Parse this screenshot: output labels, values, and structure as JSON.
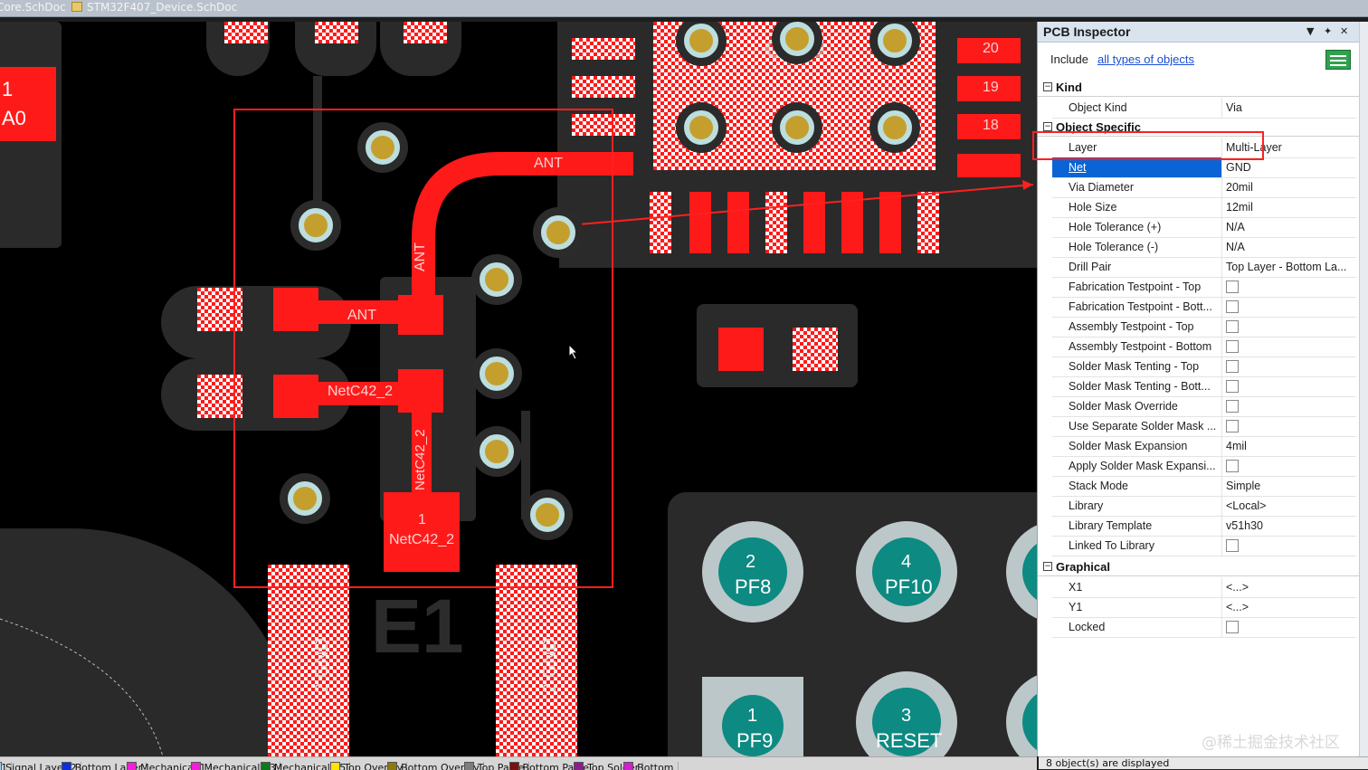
{
  "tabs": [
    {
      "label": "Core.SchDoc"
    },
    {
      "label": "STM32F407_Device.SchDoc"
    }
  ],
  "pcb": {
    "pad_labels": {
      "partial_1": "1",
      "partial_a0": "A0",
      "pin20": "20",
      "pin19": "19",
      "pin18": "18",
      "gnd_top": "GND",
      "gnd_left": "2 GND",
      "gnd_right": "2 GND",
      "pf8_num": "2",
      "pf8_name": "PF8",
      "pf10_num": "4",
      "pf10_name": "PF10",
      "pf9_num": "1",
      "pf9_name": "PF9",
      "reset_num": "3",
      "reset_name": "RESET",
      "comp_num": "1",
      "comp_name": "NetC42_2"
    },
    "net_labels": {
      "ant_trace": "ANT",
      "ant_pad": "ANT",
      "ant_vertical": "ANT",
      "netc42_pad": "NetC42_2",
      "netc42_vertical": "NetC42_2"
    },
    "silkscreen": "E1"
  },
  "inspector": {
    "title": "PCB Inspector",
    "include_label": "Include",
    "include_link": "all types of objects",
    "sections": {
      "kind": "Kind",
      "object_specific": "Object Specific",
      "graphical": "Graphical"
    },
    "kind_rows": [
      {
        "name": "Object Kind",
        "value": "Via"
      }
    ],
    "object_rows": [
      {
        "name": "Layer",
        "value": "Multi-Layer"
      },
      {
        "name": "Net",
        "value": "GND"
      },
      {
        "name": "Via Diameter",
        "value": "20mil"
      },
      {
        "name": "Hole Size",
        "value": "12mil"
      },
      {
        "name": "Hole Tolerance (+)",
        "value": "N/A"
      },
      {
        "name": "Hole Tolerance (-)",
        "value": "N/A"
      },
      {
        "name": "Drill Pair",
        "value": "Top Layer - Bottom La..."
      },
      {
        "name": "Fabrication Testpoint - Top",
        "value": ""
      },
      {
        "name": "Fabrication Testpoint - Bott...",
        "value": ""
      },
      {
        "name": "Assembly Testpoint - Top",
        "value": ""
      },
      {
        "name": "Assembly Testpoint - Bottom",
        "value": ""
      },
      {
        "name": "Solder Mask Tenting - Top",
        "value": ""
      },
      {
        "name": "Solder Mask Tenting - Bott...",
        "value": ""
      },
      {
        "name": "Solder Mask Override",
        "value": ""
      },
      {
        "name": "Use Separate Solder Mask ...",
        "value": ""
      },
      {
        "name": "Solder Mask Expansion",
        "value": "4mil"
      },
      {
        "name": "Apply Solder Mask Expansi...",
        "value": ""
      },
      {
        "name": "Stack Mode",
        "value": "Simple"
      },
      {
        "name": "Library",
        "value": "<Local>"
      },
      {
        "name": "Library Template",
        "value": "v51h30"
      },
      {
        "name": "Linked To Library",
        "value": ""
      }
    ],
    "graphical_rows": [
      {
        "name": "X1",
        "value": "<...>"
      },
      {
        "name": "Y1",
        "value": "<...>"
      },
      {
        "name": "Locked",
        "value": ""
      }
    ]
  },
  "layers": [
    {
      "name": "Layer 1",
      "color": "#ffffff"
    },
    {
      "name": "Signal Layer 2",
      "color": "#9fd7f5"
    },
    {
      "name": "Bottom Layer",
      "color": "#0b2fe0"
    },
    {
      "name": "Mechanical 1",
      "color": "#f21fd8"
    },
    {
      "name": "Mechanical 13",
      "color": "#f21fd8"
    },
    {
      "name": "Mechanical 15",
      "color": "#0d7a1c"
    },
    {
      "name": "Top Overlay",
      "color": "#ffe600"
    },
    {
      "name": "Bottom Overlay",
      "color": "#8c7a10"
    },
    {
      "name": "Top Paste",
      "color": "#7d7d7d"
    },
    {
      "name": "Bottom Paste",
      "color": "#7a1010"
    },
    {
      "name": "Top Solder",
      "color": "#8c1d8c"
    },
    {
      "name": "Bottom",
      "color": "#d21fd2"
    }
  ],
  "status": {
    "selection": "8 object(s) are displayed"
  },
  "watermark": "@稀土掘金技术社区",
  "colors": {
    "copper": "#ff1a1a",
    "via_ring": "#bcdede",
    "via_hole": "#c59f2e",
    "tp_core": "#0d8a82",
    "selection": "#0a64d6"
  }
}
